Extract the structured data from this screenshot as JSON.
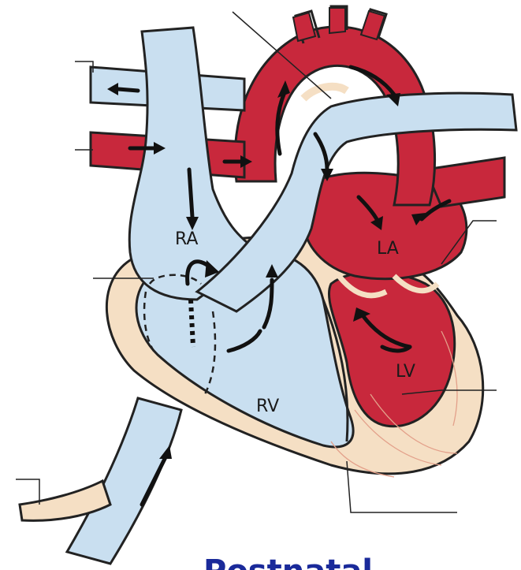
{
  "labels": {
    "ra": "RA",
    "la": "LA",
    "rv": "RV",
    "lv": "LV"
  },
  "caption": "Postnatal",
  "colors": {
    "oxygenated": "#c8283c",
    "deoxygenated": "#c9dff0",
    "muscle": "#f5dfc4",
    "outline": "#222222",
    "arrow": "#111111",
    "caption": "#1a2a9a"
  }
}
